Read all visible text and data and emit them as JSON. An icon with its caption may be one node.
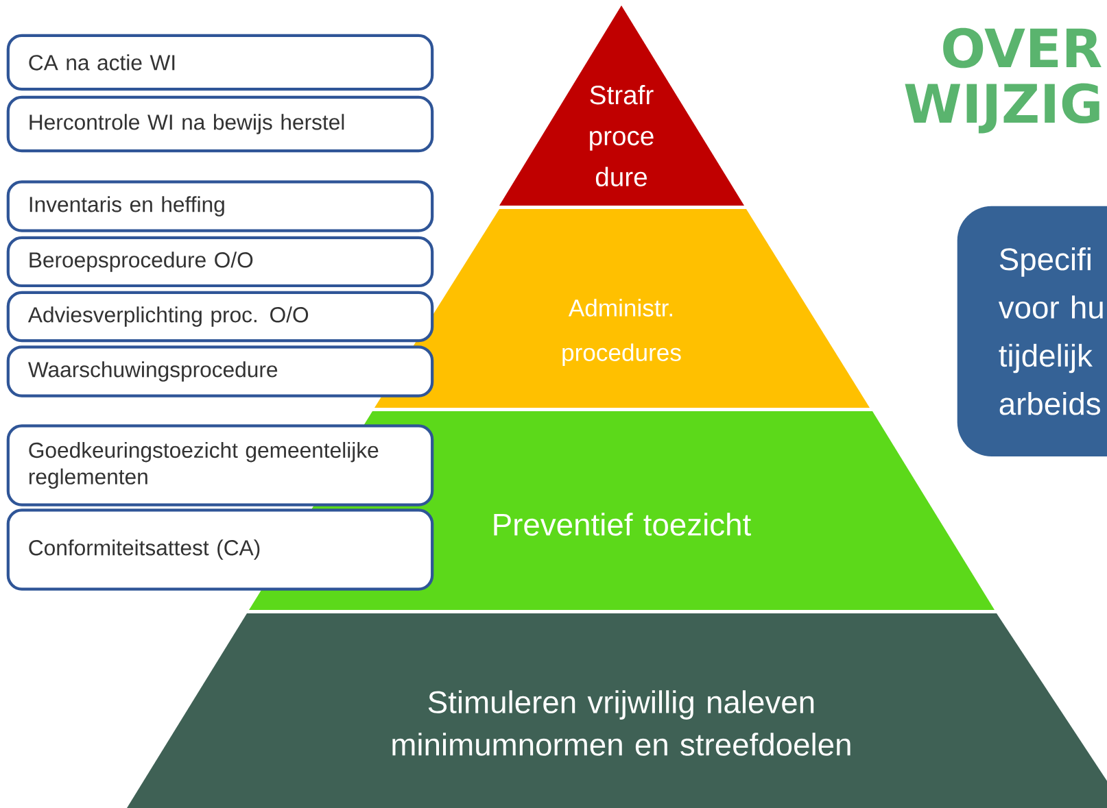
{
  "diagram": {
    "title": "OVER WIJZIG",
    "nodes": [
      {
        "text": [
          "Strafr proce dure"
        ]
      },
      {
        "text": [
          "Administr. procedures"
        ]
      },
      {
        "text": [
          "Preventief toezicht"
        ]
      },
      {
        "text": [
          "Stimuleren vrijwillig naleven minimumnormen en streefdoelen"
        ]
      },
      {
        "text": [
          "CA na actie WI"
        ]
      },
      {
        "text": [
          "Hercontrole WI na bewijs herstel"
        ]
      },
      {
        "text": [
          "Inventaris en heffing"
        ]
      },
      {
        "text": [
          "Beroepsprocedure O/O"
        ]
      },
      {
        "text": [
          "Adviesverplichting proc. O/O"
        ]
      },
      {
        "text": [
          "Waarschuwingsprocedure"
        ]
      },
      {
        "text": [
          "Goedkeuringstoezicht gemeentelijke reglementen"
        ]
      },
      {
        "text": [
          "Conformiteitsattest (CA)"
        ]
      },
      {
        "text": [
          "Specifi voor hu tijdelijk arbeids"
        ]
      }
    ]
  }
}
